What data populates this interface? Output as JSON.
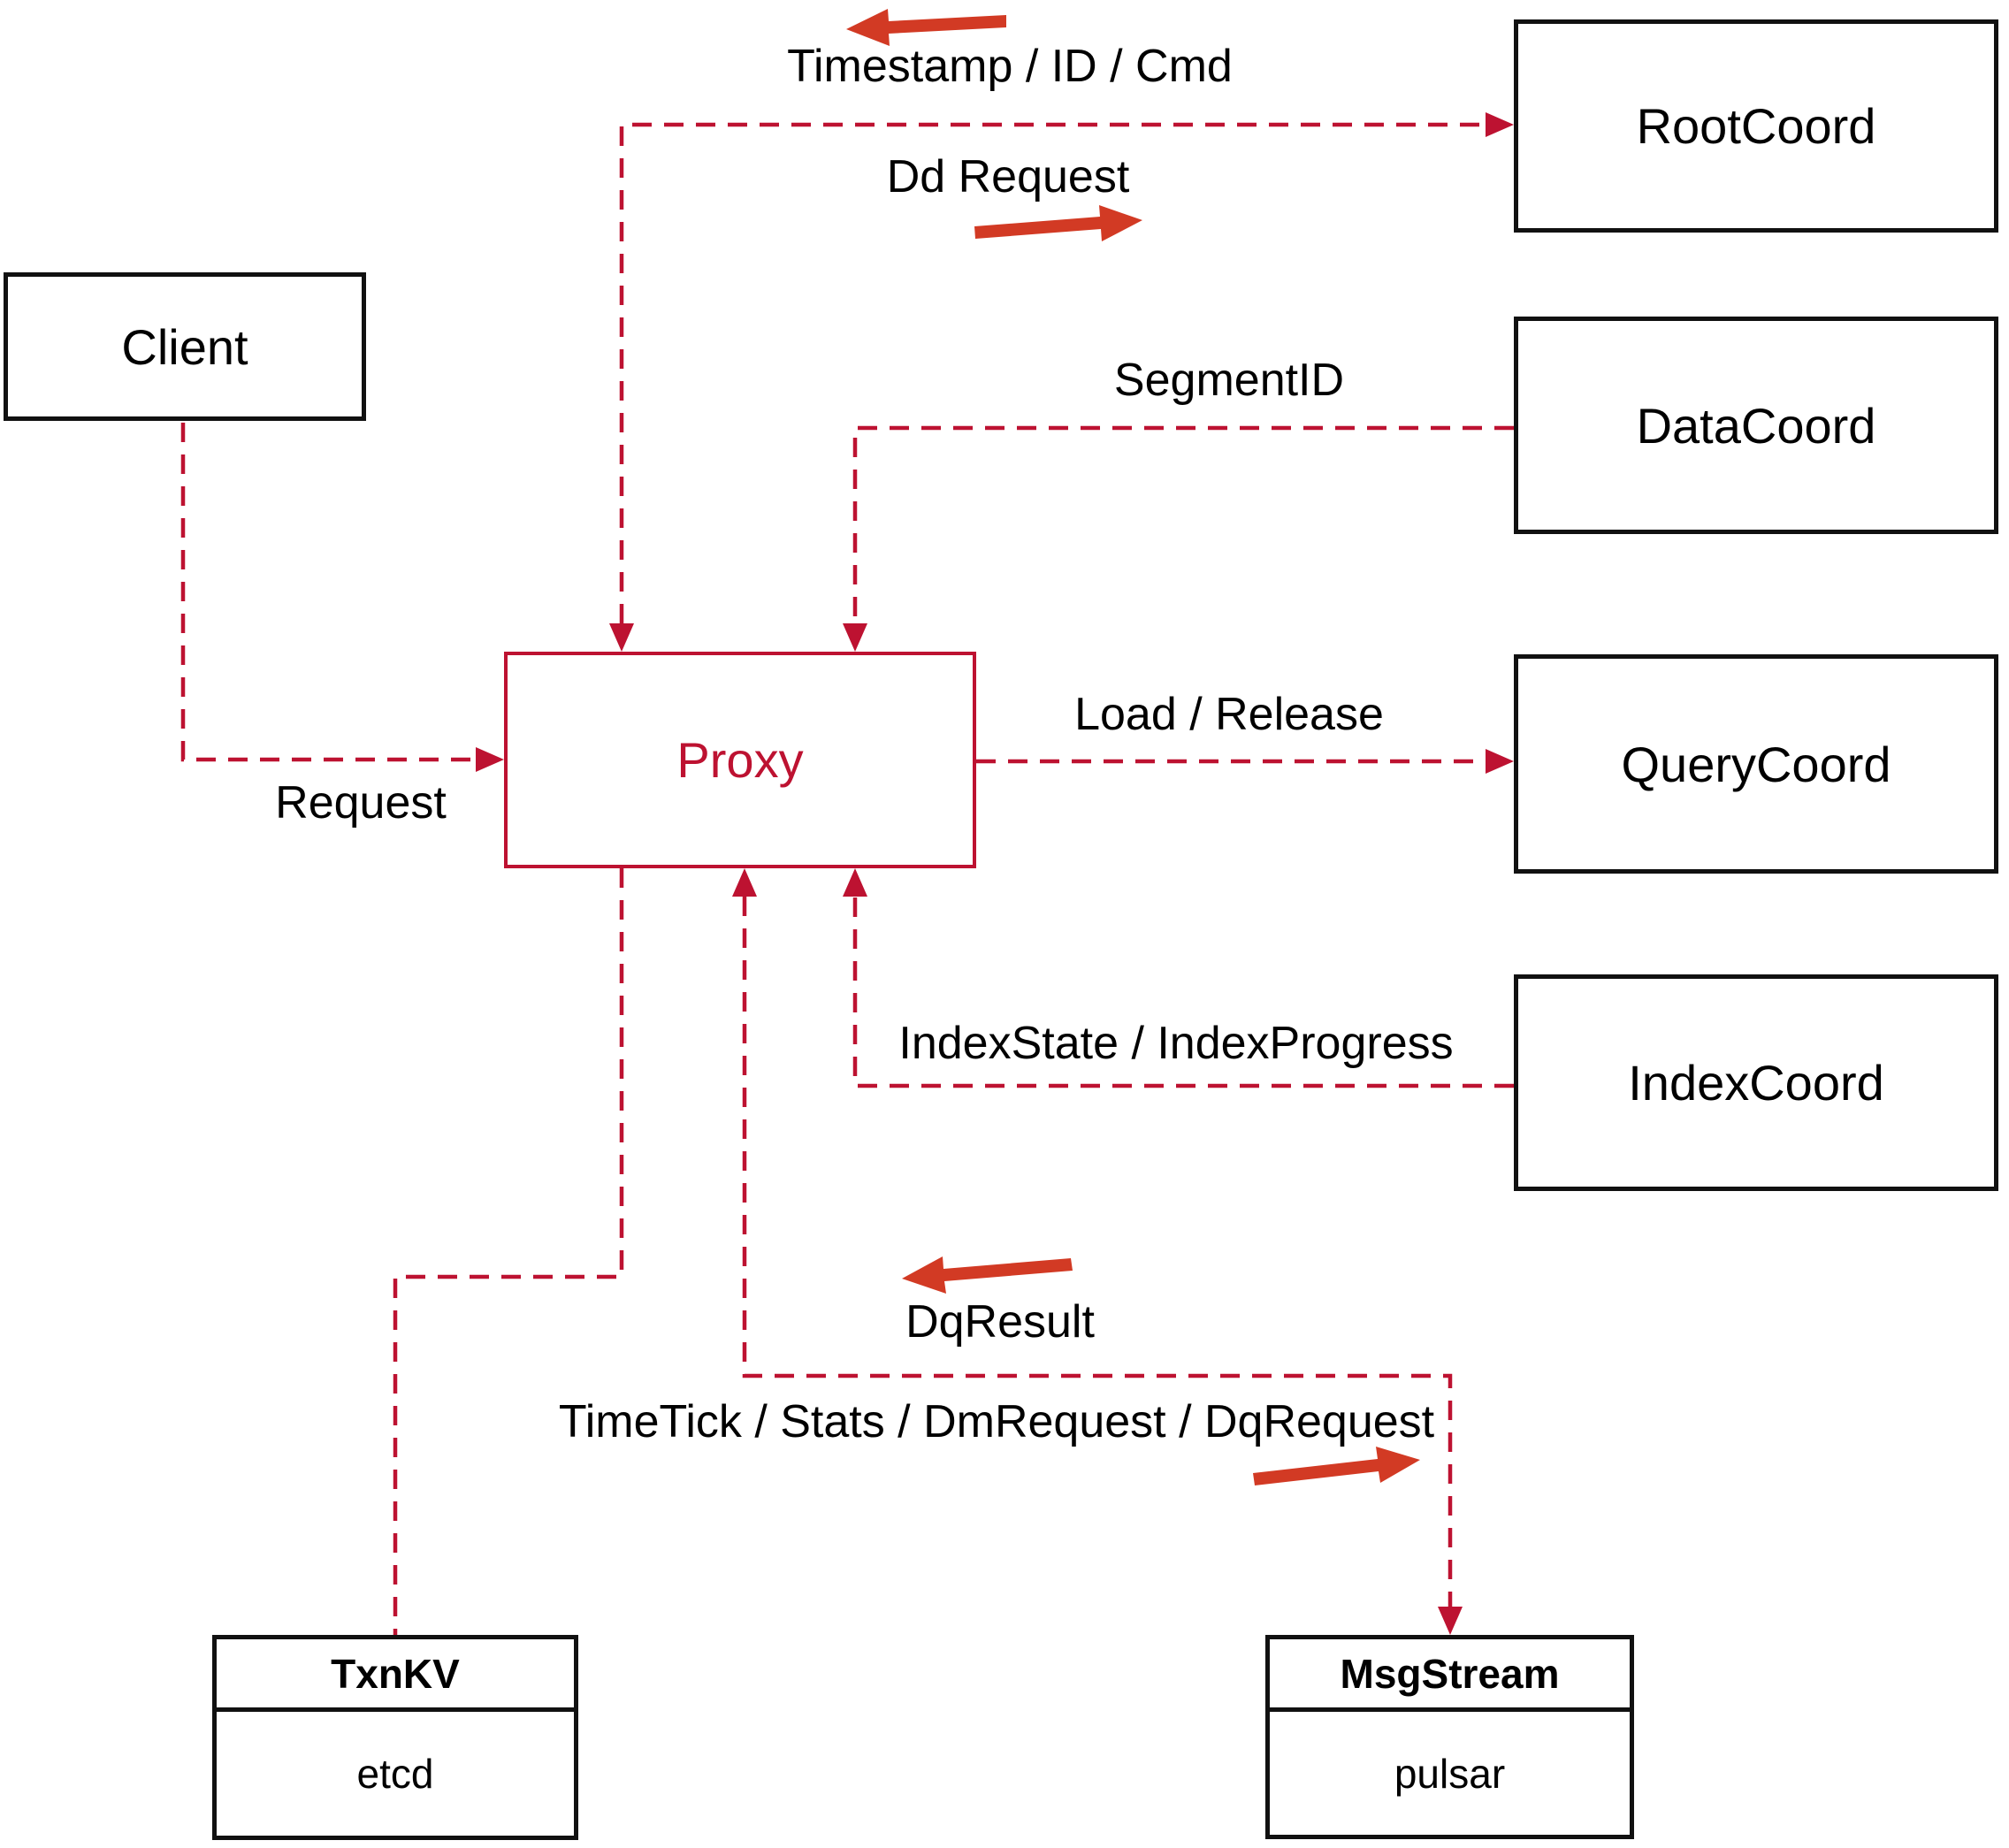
{
  "diagram": {
    "title": "proxy-architecture-diagram",
    "nodes": {
      "client": {
        "label": "Client"
      },
      "root_coord": {
        "label": "RootCoord"
      },
      "data_coord": {
        "label": "DataCoord"
      },
      "query_coord": {
        "label": "QueryCoord"
      },
      "index_coord": {
        "label": "IndexCoord"
      },
      "proxy": {
        "label": "Proxy"
      },
      "txn_kv": {
        "title": "TxnKV",
        "body": "etcd"
      },
      "msg_stream": {
        "title": "MsgStream",
        "body": "pulsar"
      }
    },
    "edge_labels": {
      "timestamp_id_cmd": "Timestamp / ID / Cmd",
      "dd_request": "Dd Request",
      "segment_id": "SegmentID",
      "load_release": "Load / Release",
      "request": "Request",
      "index_state": "IndexState / IndexProgress",
      "dq_result": "DqResult",
      "time_tick": "TimeTick / Stats / DmRequest / DqRequest"
    },
    "colors": {
      "dashed_line": "#bd1231",
      "solid_arrow": "#d23a24",
      "proxy_accent": "#bd1231",
      "box_border": "#111111",
      "text": "#000000",
      "background": "#ffffff"
    }
  }
}
